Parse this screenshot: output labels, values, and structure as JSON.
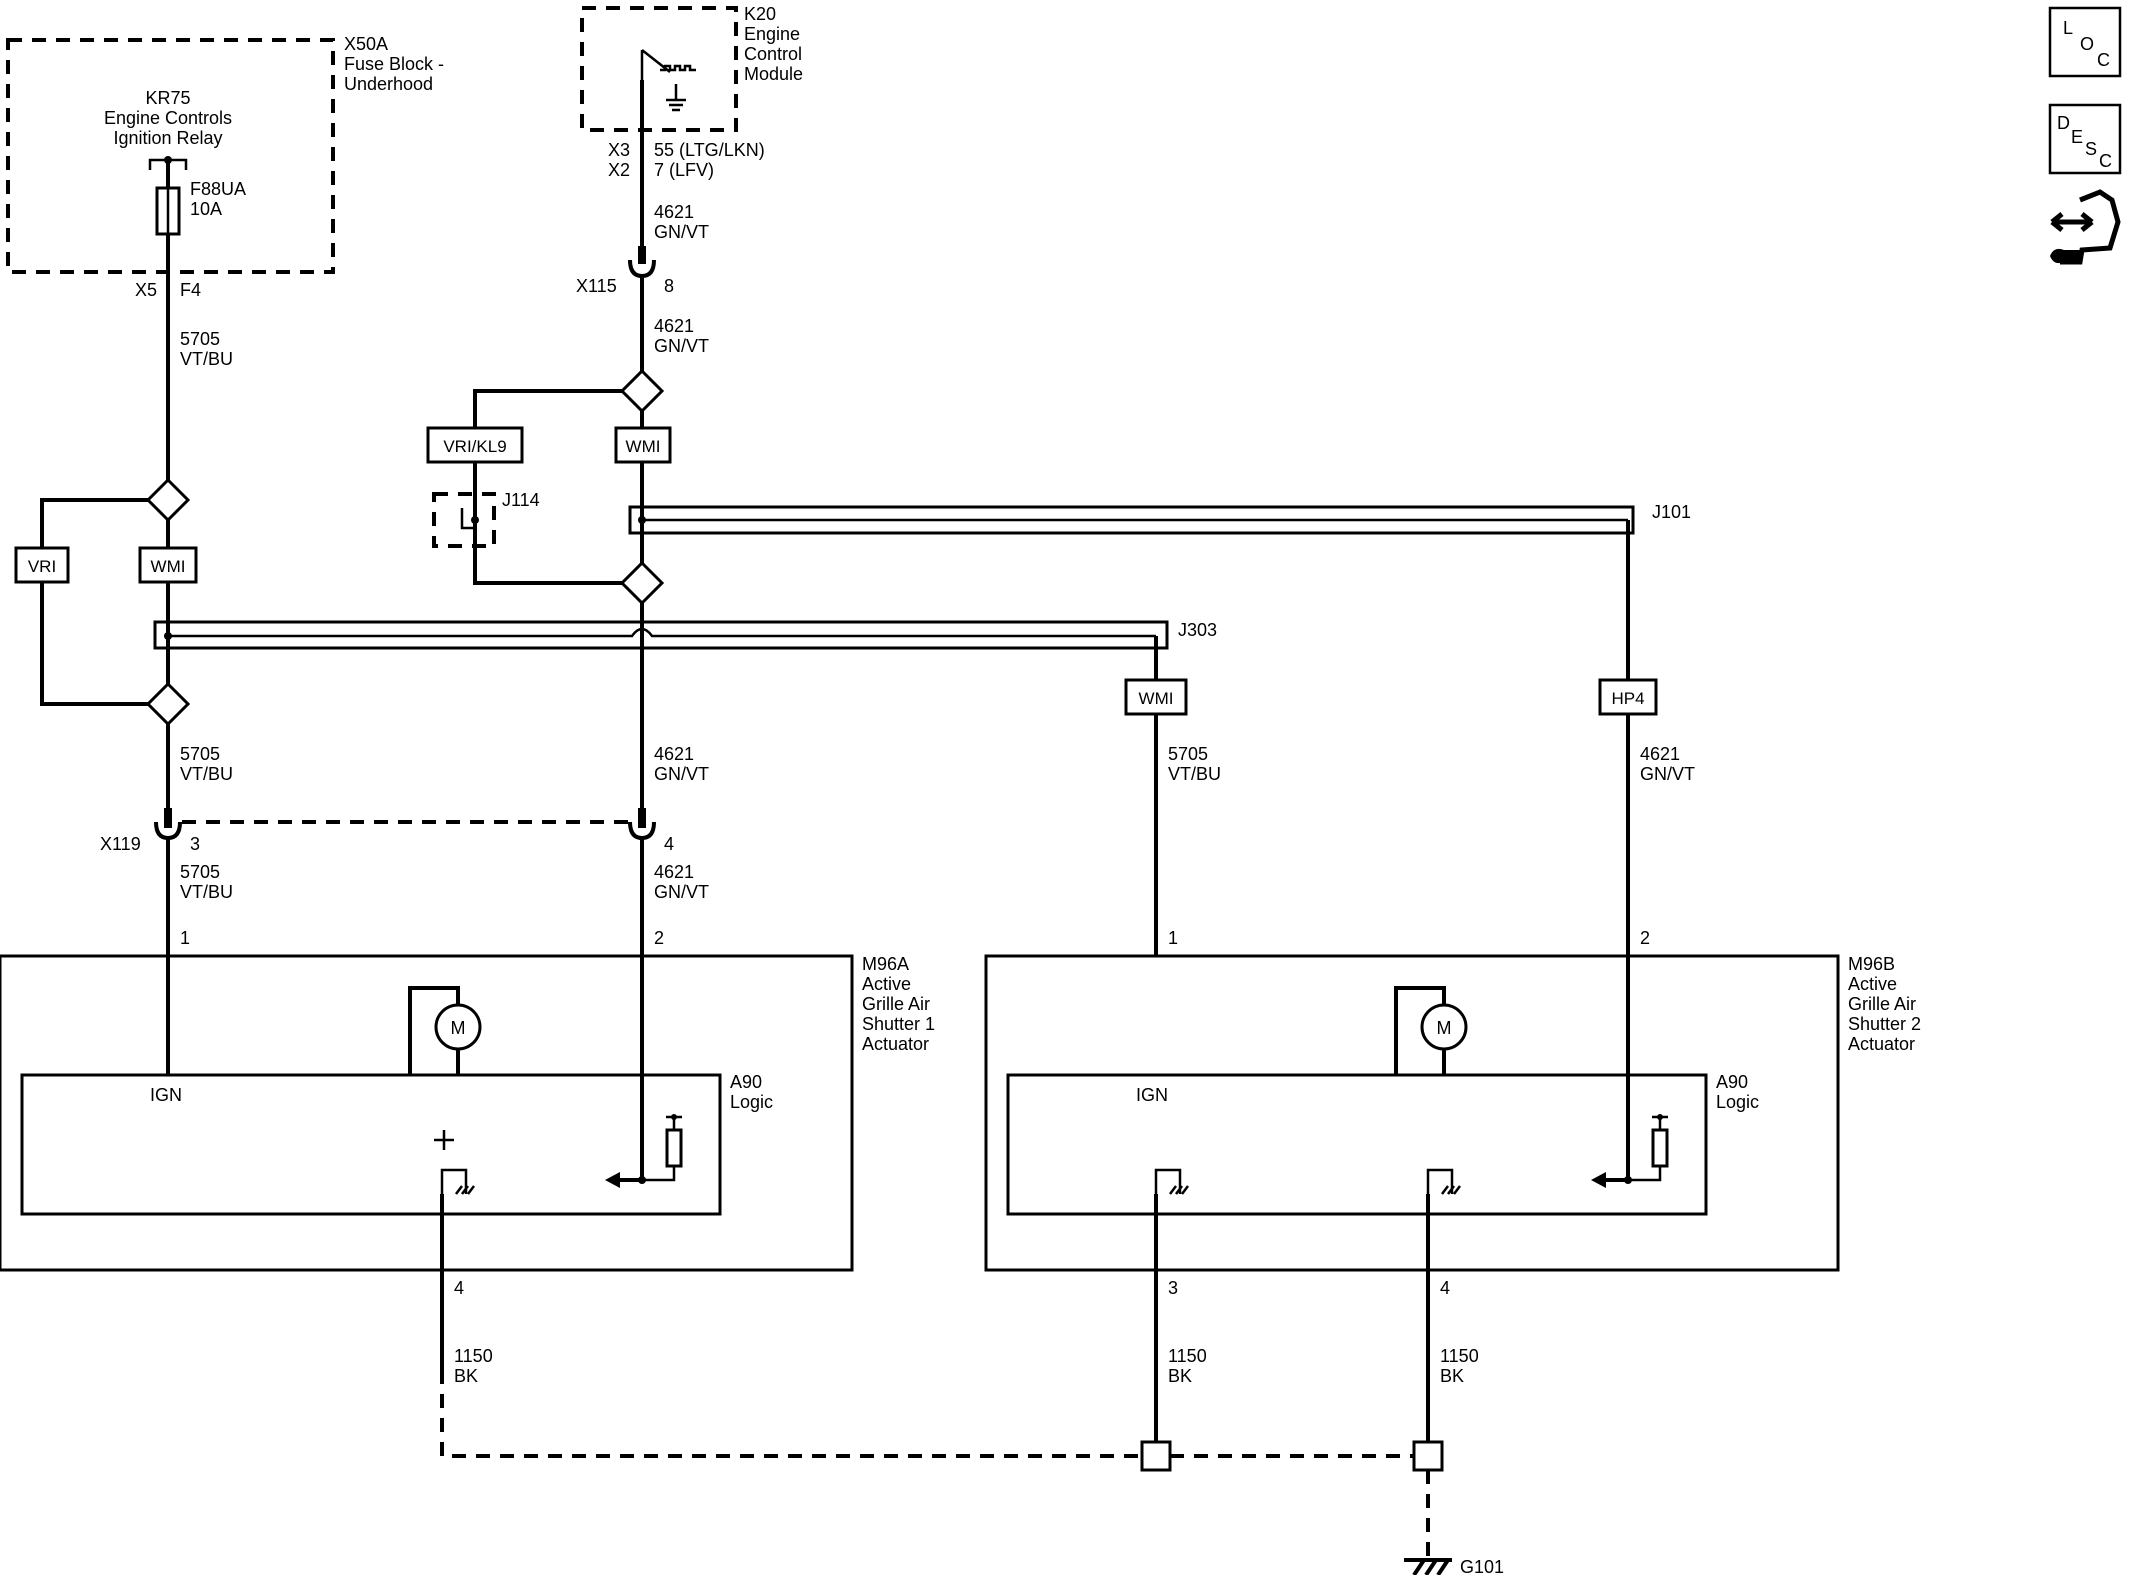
{
  "components": {
    "fuse_block": {
      "ref": "X50A",
      "name_line1": "Fuse Block -",
      "name_line2": "Underhood"
    },
    "relay": {
      "ref": "KR75",
      "name_line1": "Engine Controls",
      "name_line2": "Ignition Relay"
    },
    "fuse": {
      "ref": "F88UA",
      "rating": "10A"
    },
    "ecm": {
      "ref": "K20",
      "name_line1": "Engine",
      "name_line2": "Control",
      "name_line3": "Module"
    },
    "actuator_a": {
      "ref": "M96A",
      "line1": "Active",
      "line2": "Grille Air",
      "line3": "Shutter 1",
      "line4": "Actuator"
    },
    "actuator_b": {
      "ref": "M96B",
      "line1": "Active",
      "line2": "Grille Air",
      "line3": "Shutter 2",
      "line4": "Actuator"
    },
    "logic_a": {
      "ref": "A90",
      "name": "Logic",
      "ign": "IGN"
    },
    "logic_b": {
      "ref": "A90",
      "name": "Logic",
      "ign": "IGN"
    },
    "motor_symbol": "M",
    "ground": "G101"
  },
  "connectors": {
    "x5": "X5",
    "f4": "F4",
    "x3": "X3",
    "x3_pin": "55 (LTG/LKN)",
    "x2": "X2",
    "x2_pin": "7 (LFV)",
    "x115": "X115",
    "x115_pin": "8",
    "x119": "X119",
    "x119_pin3": "3",
    "x119_pin4": "4",
    "a_pin1": "1",
    "a_pin2": "2",
    "a_pin4": "4",
    "b_pin1": "1",
    "b_pin2": "2",
    "b_pin3": "3",
    "b_pin4": "4"
  },
  "wires": {
    "w5705_circuit": "5705",
    "w5705_color": "VT/BU",
    "w4621_circuit": "4621",
    "w4621_color": "GN/VT",
    "w1150_circuit": "1150",
    "w1150_color": "BK"
  },
  "options": {
    "vri_kl9": "VRI/KL9",
    "wmi": "WMI",
    "vri": "VRI",
    "hp4": "HP4"
  },
  "splices": {
    "j114": "J114",
    "j101": "J101",
    "j303": "J303"
  },
  "nav_icons": {
    "loc": [
      "L",
      "O",
      "C"
    ],
    "desc": [
      "D",
      "E",
      "S",
      "C"
    ]
  }
}
